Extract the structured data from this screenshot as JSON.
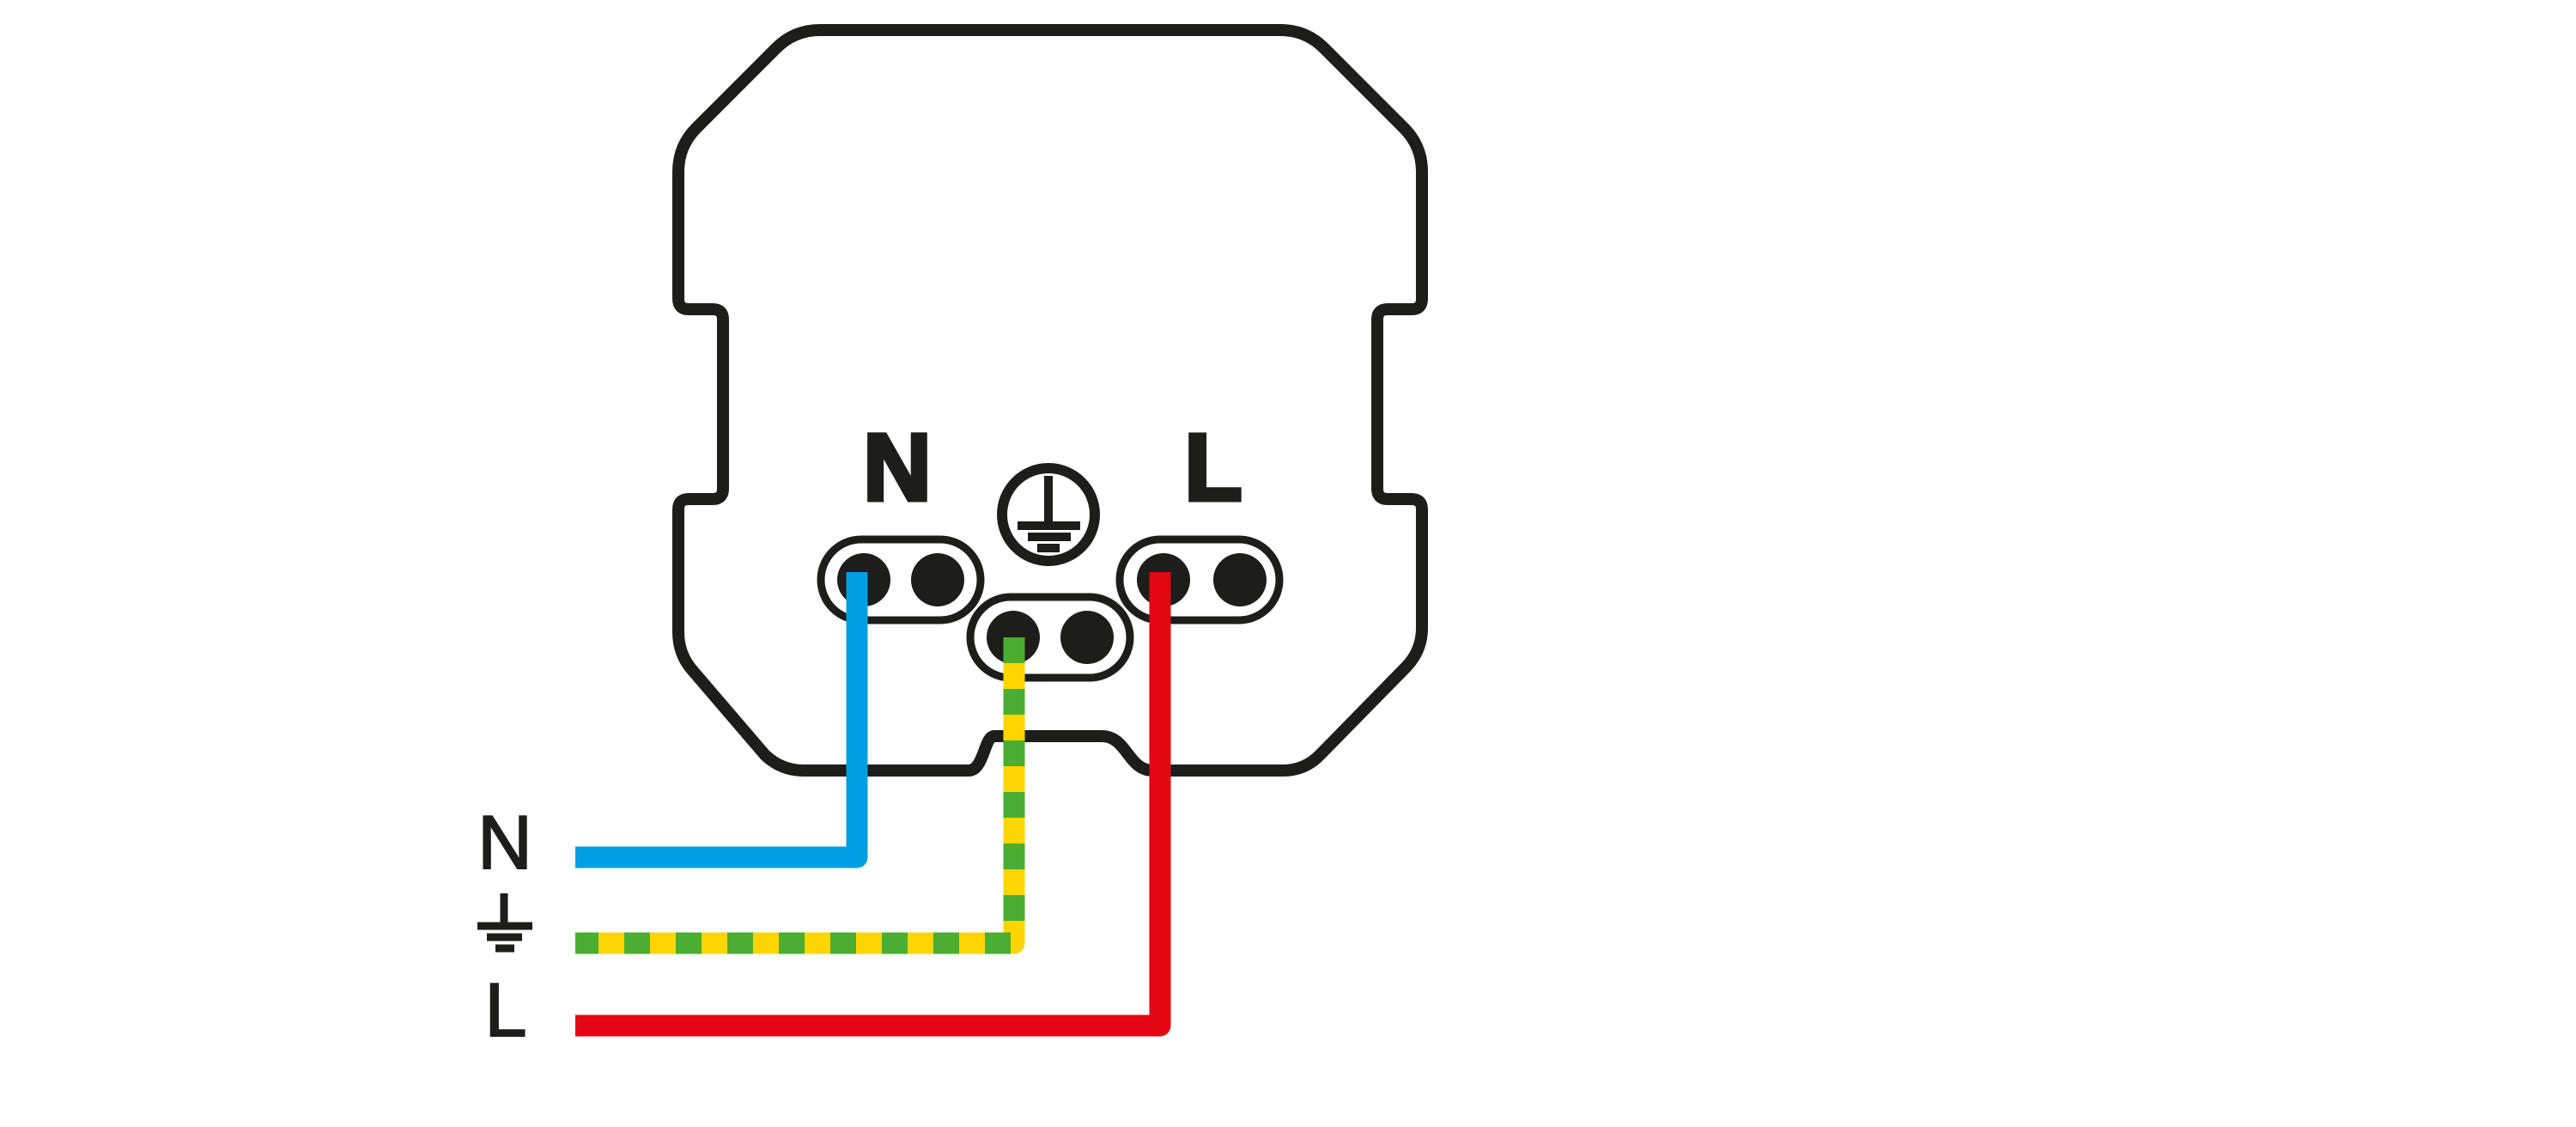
{
  "diagram": {
    "description": "Back view of a plug socket showing terminal wiring",
    "labels": {
      "terminal_neutral": "N",
      "terminal_live": "L",
      "wire_neutral": "N",
      "wire_live": "L"
    },
    "icons": {
      "terminal_earth": "earth-symbol-icon",
      "wire_earth": "earth-symbol-icon"
    },
    "colors": {
      "outline": "#1D1D1B",
      "background": "#FFFFFF",
      "neutral_wire_blue": "#009FE3",
      "live_wire_red": "#E30613",
      "earth_wire_green": "#4BAD31",
      "earth_wire_yellow": "#FFD500"
    }
  }
}
